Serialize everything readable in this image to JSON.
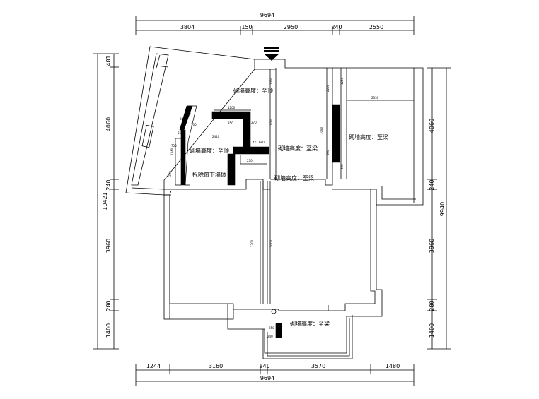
{
  "colors": {
    "line": "#000000",
    "wall_fill": "#000000",
    "background": "#ffffff"
  },
  "dimensions": {
    "top_total": "9694",
    "top_segments": [
      "3804",
      "150",
      "2950",
      "240",
      "2550"
    ],
    "bottom_total": "9694",
    "bottom_segments": [
      "1244",
      "3160",
      "240",
      "3570",
      "1480"
    ],
    "left_total": "10421",
    "left_segments": [
      "481",
      "4060",
      "240",
      "3960",
      "280",
      "1400"
    ],
    "right_total": "9940",
    "right_segments": [
      "4060",
      "240",
      "3960",
      "280",
      "1400"
    ]
  },
  "notes": {
    "wall_height_top": "砌墙高度：至顶",
    "wall_height_left": "砌墙高度：至顶",
    "demolish_window": "拆除窗下墙体",
    "wall_height_beam_1": "砌墙高度：至梁",
    "wall_height_beam_2": "砌墙高度：至梁",
    "wall_height_beam_3": "砌墙高度：至梁",
    "wall_height_beam_4": "砌墙高度：至梁"
  },
  "small_dims": {
    "d1200": "1200",
    "d350": "350",
    "d471": "471",
    "d680": "680",
    "d230": "230",
    "d1780": "1780",
    "d1050": "1050",
    "d2330": "2330",
    "d2200": "2200",
    "d890": "890",
    "d1250": "1250",
    "d600": "600",
    "d400": "400",
    "d300": "300",
    "d560": "560",
    "d1080": "1080",
    "d1340": "1340",
    "d1300": "1300",
    "d500": "500",
    "d750": "750",
    "d390": "390",
    "d5000": "5000",
    "d2440": "2440",
    "d270": "270",
    "d250": "250",
    "d240": "240"
  },
  "icons": {
    "entrance": "entrance-arrow-icon"
  }
}
